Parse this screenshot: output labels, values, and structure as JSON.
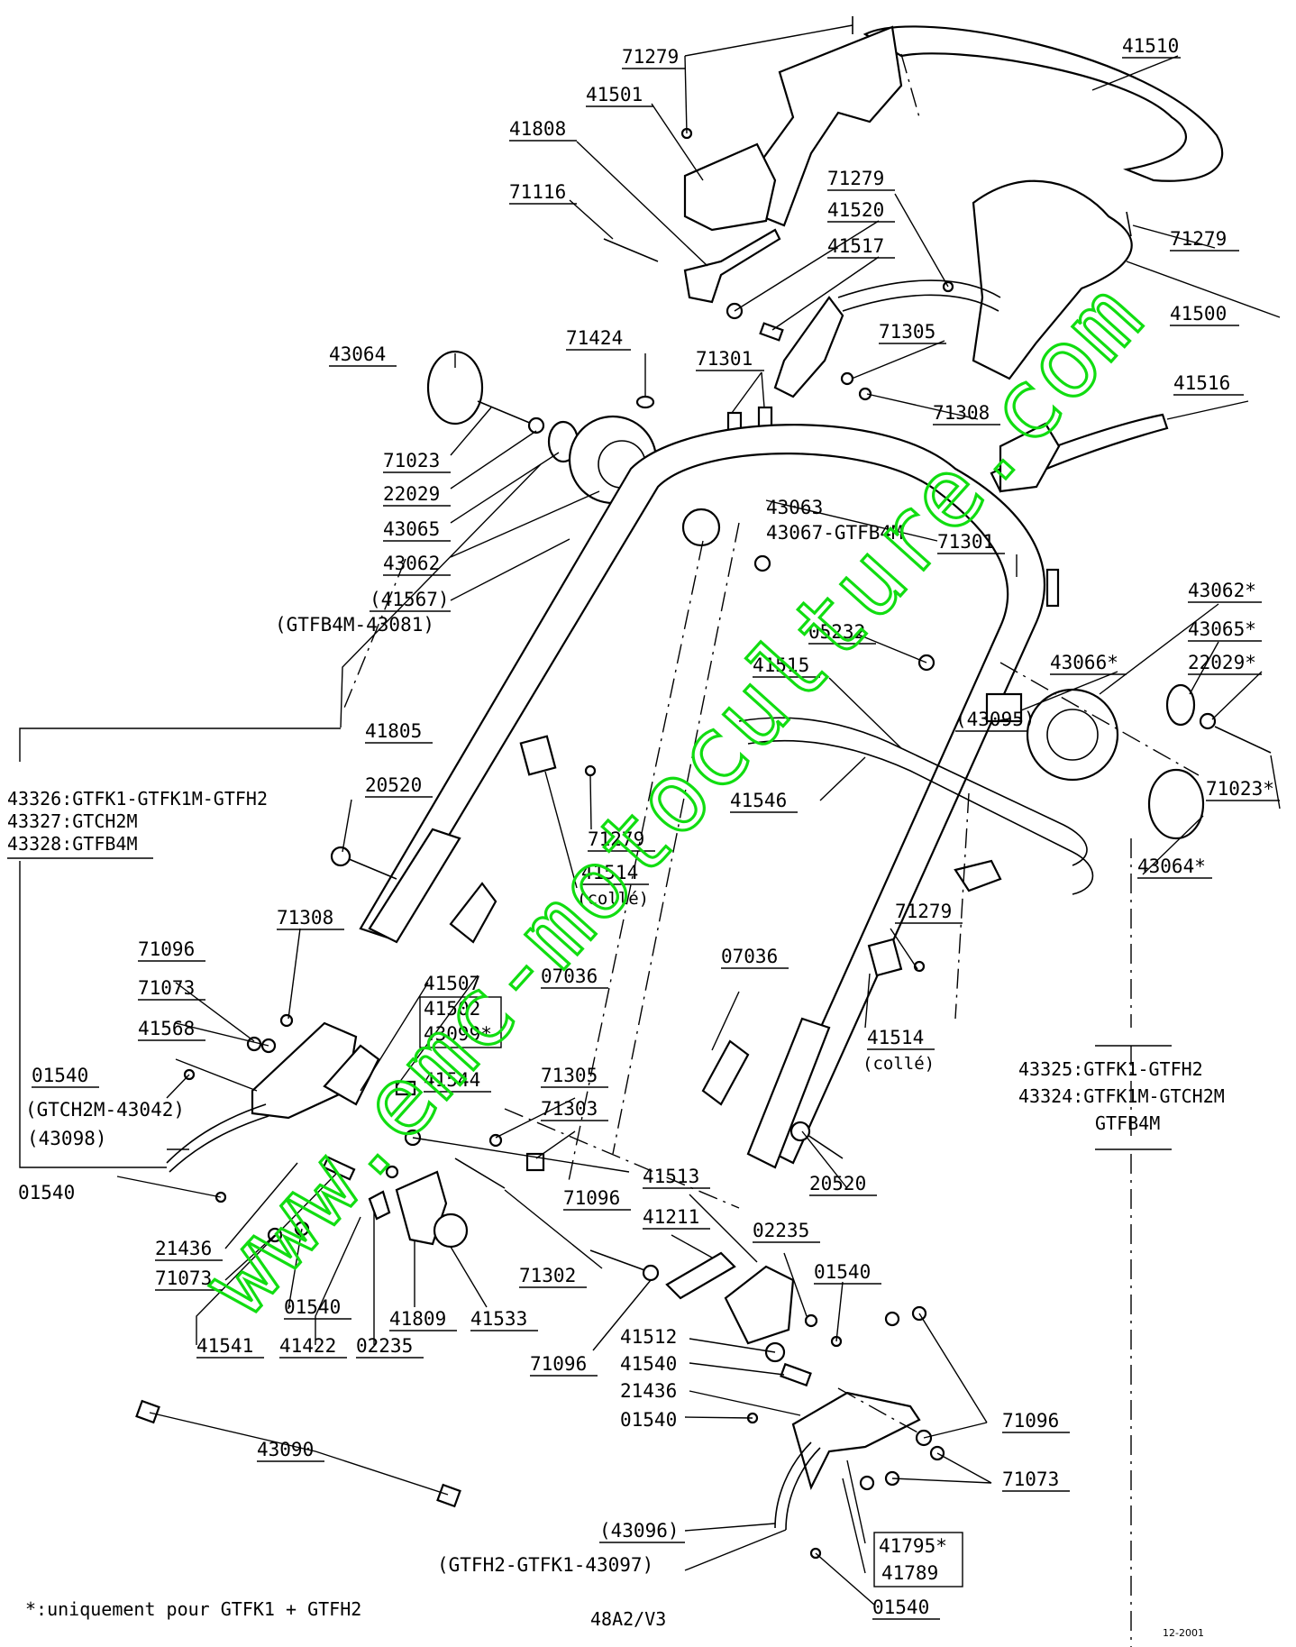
{
  "labels": [
    {
      "id": "71279-a",
      "text": "71279"
    },
    {
      "id": "41510",
      "text": "41510"
    },
    {
      "id": "41501",
      "text": "41501"
    },
    {
      "id": "41808",
      "text": "41808"
    },
    {
      "id": "71116",
      "text": "71116"
    },
    {
      "id": "71279-b",
      "text": "71279"
    },
    {
      "id": "41520",
      "text": "41520"
    },
    {
      "id": "41517",
      "text": "41517"
    },
    {
      "id": "71279-c",
      "text": "71279"
    },
    {
      "id": "41500",
      "text": "41500"
    },
    {
      "id": "71424",
      "text": "71424"
    },
    {
      "id": "43064",
      "text": "43064"
    },
    {
      "id": "71301-a",
      "text": "71301"
    },
    {
      "id": "71305-a",
      "text": "71305"
    },
    {
      "id": "41516",
      "text": "41516"
    },
    {
      "id": "71308-a",
      "text": "71308"
    },
    {
      "id": "71023",
      "text": "71023"
    },
    {
      "id": "22029",
      "text": "22029"
    },
    {
      "id": "43065",
      "text": "43065"
    },
    {
      "id": "43062",
      "text": "43062"
    },
    {
      "id": "41567",
      "text": "(41567)"
    },
    {
      "id": "gtfb4m-43081",
      "text": "(GTFB4M-43081)"
    },
    {
      "id": "43063",
      "text": "43063"
    },
    {
      "id": "43067",
      "text": "43067-GTFB4M"
    },
    {
      "id": "71301-b",
      "text": "71301"
    },
    {
      "id": "43062s",
      "text": "43062*"
    },
    {
      "id": "05232",
      "text": "05232"
    },
    {
      "id": "43065s",
      "text": "43065*"
    },
    {
      "id": "41515",
      "text": "41515"
    },
    {
      "id": "43066s",
      "text": "43066*"
    },
    {
      "id": "22029s",
      "text": "22029*"
    },
    {
      "id": "43095",
      "text": "(43095)"
    },
    {
      "id": "71023s",
      "text": "71023*"
    },
    {
      "id": "41805",
      "text": "41805"
    },
    {
      "id": "41546",
      "text": "41546"
    },
    {
      "id": "43064s",
      "text": "43064*"
    },
    {
      "id": "20520-a",
      "text": "20520"
    },
    {
      "id": "71279-d",
      "text": "71279"
    },
    {
      "id": "41514-a",
      "text": "41514"
    },
    {
      "id": "colle-a",
      "text": "(collé)"
    },
    {
      "id": "71308-b",
      "text": "71308"
    },
    {
      "id": "71279-e",
      "text": "71279"
    },
    {
      "id": "71096-a",
      "text": "71096"
    },
    {
      "id": "07036-a",
      "text": "07036"
    },
    {
      "id": "07036-b",
      "text": "07036"
    },
    {
      "id": "71073-a",
      "text": "71073"
    },
    {
      "id": "41507",
      "text": "41507"
    },
    {
      "id": "41502",
      "text": "41502"
    },
    {
      "id": "43099s",
      "text": "43099*"
    },
    {
      "id": "41514-b",
      "text": "41514"
    },
    {
      "id": "colle-b",
      "text": "(collé)"
    },
    {
      "id": "41568",
      "text": "41568"
    },
    {
      "id": "01540-a",
      "text": "01540"
    },
    {
      "id": "41544",
      "text": "41544"
    },
    {
      "id": "71305-b",
      "text": "71305"
    },
    {
      "id": "gtch2m-43042",
      "text": "(GTCH2M-43042)"
    },
    {
      "id": "71303",
      "text": "71303"
    },
    {
      "id": "43098",
      "text": "(43098)"
    },
    {
      "id": "01540-b",
      "text": "01540"
    },
    {
      "id": "71096-b",
      "text": "71096"
    },
    {
      "id": "20520-b",
      "text": "20520"
    },
    {
      "id": "41513",
      "text": "41513"
    },
    {
      "id": "21436-a",
      "text": "21436"
    },
    {
      "id": "41211",
      "text": "41211"
    },
    {
      "id": "02235-a",
      "text": "02235"
    },
    {
      "id": "71073-b",
      "text": "71073"
    },
    {
      "id": "71302",
      "text": "71302"
    },
    {
      "id": "01540-c",
      "text": "01540"
    },
    {
      "id": "01540-d",
      "text": "01540"
    },
    {
      "id": "41809",
      "text": "41809"
    },
    {
      "id": "41533",
      "text": "41533"
    },
    {
      "id": "41541",
      "text": "41541"
    },
    {
      "id": "41422",
      "text": "41422"
    },
    {
      "id": "02235-b",
      "text": "02235"
    },
    {
      "id": "71096-c",
      "text": "71096"
    },
    {
      "id": "41512",
      "text": "41512"
    },
    {
      "id": "41540",
      "text": "41540"
    },
    {
      "id": "21436-b",
      "text": "21436"
    },
    {
      "id": "01540-e",
      "text": "01540"
    },
    {
      "id": "71096-d",
      "text": "71096"
    },
    {
      "id": "43090",
      "text": "43090"
    },
    {
      "id": "71073-c",
      "text": "71073"
    },
    {
      "id": "43096",
      "text": "(43096)"
    },
    {
      "id": "41795s",
      "text": "41795*"
    },
    {
      "id": "gtfh2-gtfk1-43097",
      "text": "(GTFH2-GTFK1-43097)"
    },
    {
      "id": "41789",
      "text": "41789"
    },
    {
      "id": "01540-f",
      "text": "01540"
    }
  ],
  "notes": {
    "left_variant_1": "43326:GTFK1-GTFK1M-GTFH2",
    "left_variant_2": "43327:GTCH2M",
    "left_variant_3": "43328:GTFB4M",
    "right_variant_1": "43325:GTFK1-GTFH2",
    "right_variant_2": "43324:GTFK1M-GTCH2M",
    "right_variant_3": "GTFB4M",
    "footnote": "*:uniquement pour GTFK1 + GTFH2",
    "drawing_ref": "48A2/V3",
    "date_code": "12-2001"
  },
  "watermark": "www.emc-motoculture.com",
  "colors": {
    "line": "#000000",
    "background": "#ffffff",
    "watermark": "#11dd11"
  }
}
